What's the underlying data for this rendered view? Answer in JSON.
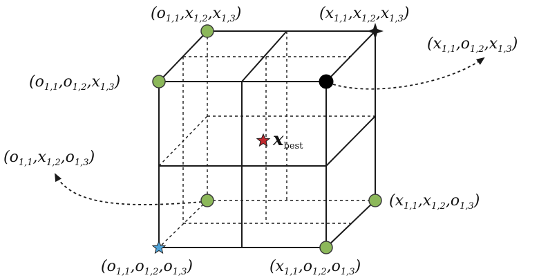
{
  "colors": {
    "corner_fill": "#8cb85a",
    "corner_stroke": "#3a3a3a",
    "selected_fill": "#000000",
    "star_dark": "#1a1a1a",
    "star_blue": "#4fa3d9",
    "star_red": "#c0282d"
  },
  "labels": {
    "top_left_back": {
      "open": "(",
      "a": "o",
      "as": "1,1",
      "c1": ",",
      "b": "x",
      "bs": "1,2",
      "c2": ",",
      "c": "x",
      "cs": "1,3",
      "close": ")"
    },
    "top_right_back": {
      "open": "(",
      "a": "x",
      "as": "1,1",
      "c1": ",",
      "b": "x",
      "bs": "1,2",
      "c2": ",",
      "c": "x",
      "cs": "1,3",
      "close": ")"
    },
    "right_callout": {
      "open": "(",
      "a": "x",
      "as": "1,1",
      "c1": ",",
      "b": "o",
      "bs": "1,2",
      "c2": ",",
      "c": "x",
      "cs": "1,3",
      "close": ")"
    },
    "top_left_front": {
      "open": "(",
      "a": "o",
      "as": "1,1",
      "c1": ",",
      "b": "o",
      "bs": "1,2",
      "c2": ",",
      "c": "x",
      "cs": "1,3",
      "close": ")"
    },
    "left_callout": {
      "open": "(",
      "a": "o",
      "as": "1,1",
      "c1": ",",
      "b": "x",
      "bs": "1,2",
      "c2": ",",
      "c": "o",
      "cs": "1,3",
      "close": ")"
    },
    "bottom_right_back": {
      "open": "(",
      "a": "x",
      "as": "1,1",
      "c1": ",",
      "b": "x",
      "bs": "1,2",
      "c2": ",",
      "c": "o",
      "cs": "1,3",
      "close": ")"
    },
    "bottom_left_front": {
      "open": "(",
      "a": "o",
      "as": "1,1",
      "c1": ",",
      "b": "o",
      "bs": "1,2",
      "c2": ",",
      "c": "o",
      "cs": "1,3",
      "close": ")"
    },
    "bottom_right_front": {
      "open": "(",
      "a": "x",
      "as": "1,1",
      "c1": ",",
      "b": "o",
      "bs": "1,2",
      "c2": ",",
      "c": "o",
      "cs": "1,3",
      "close": ")"
    }
  },
  "center": {
    "symbol": "x",
    "subscript": "best"
  }
}
